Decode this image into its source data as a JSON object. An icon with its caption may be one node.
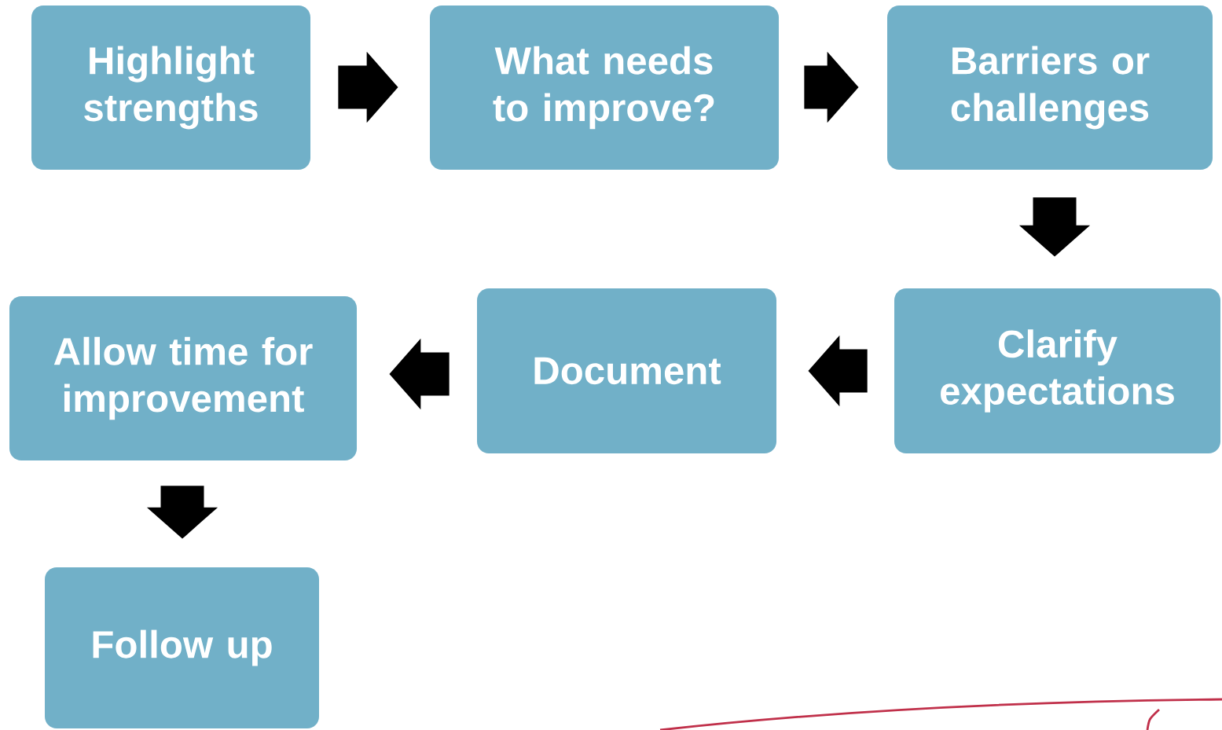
{
  "diagram": {
    "nodes": [
      {
        "text": [
          "Highlight strengths"
        ]
      },
      {
        "text": [
          "What needs to improve?"
        ]
      },
      {
        "text": [
          "Barriers or challenges"
        ]
      },
      {
        "text": [
          "Clarify expectations"
        ]
      },
      {
        "text": [
          "Document"
        ]
      },
      {
        "text": [
          "Allow time for improvement"
        ]
      },
      {
        "text": [
          "Follow up"
        ]
      }
    ],
    "edges": [
      {
        "from": 0,
        "to": 1,
        "arrow": "to"
      },
      {
        "from": 1,
        "to": 2,
        "arrow": "to"
      },
      {
        "from": 2,
        "to": 3,
        "arrow": "to"
      },
      {
        "from": 3,
        "to": 4,
        "arrow": "to"
      },
      {
        "from": 4,
        "to": 5,
        "arrow": "to"
      },
      {
        "from": 5,
        "to": 6,
        "arrow": "to"
      }
    ]
  }
}
